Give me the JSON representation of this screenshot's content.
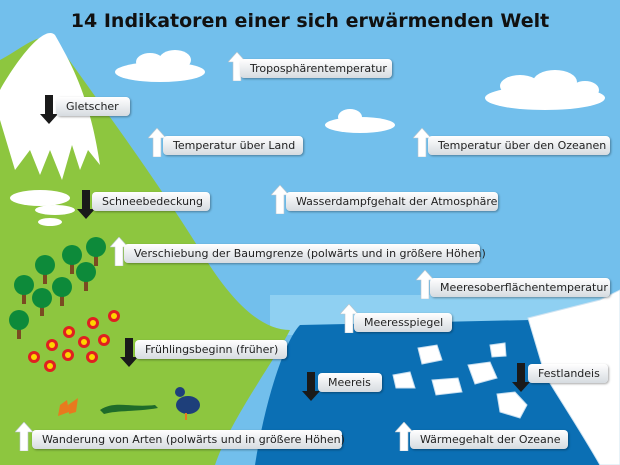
{
  "title": "14 Indikatoren einer sich erwärmenden Welt",
  "colors": {
    "sky": "#72bfec",
    "ocean": "#0b6fb4",
    "shallow": "#8fd0f2",
    "land": "#8dc63f",
    "up_arrow": "#ffffff",
    "down_arrow": "#1a1a1a"
  },
  "indicators": [
    {
      "label": "Troposphärentemperatur",
      "trend": "up"
    },
    {
      "label": "Gletscher",
      "trend": "down"
    },
    {
      "label": "Temperatur über Land",
      "trend": "up"
    },
    {
      "label": "Temperatur über den Ozeanen",
      "trend": "up"
    },
    {
      "label": "Schneebedeckung",
      "trend": "down"
    },
    {
      "label": "Wasserdampfgehalt der Atmosphäre",
      "trend": "up"
    },
    {
      "label": "Verschiebung der Baumgrenze (polwärts und in größere Höhen)",
      "trend": "up"
    },
    {
      "label": "Meeresoberflächentemperatur",
      "trend": "up"
    },
    {
      "label": "Meeresspiegel",
      "trend": "up"
    },
    {
      "label": "Frühlingsbeginn (früher)",
      "trend": "down"
    },
    {
      "label": "Meereis",
      "trend": "down"
    },
    {
      "label": "Festlandeis",
      "trend": "down"
    },
    {
      "label": "Wanderung von Arten (polwärts und in größere Höhen)",
      "trend": "up"
    },
    {
      "label": "Wärmegehalt der Ozeane",
      "trend": "up"
    }
  ]
}
